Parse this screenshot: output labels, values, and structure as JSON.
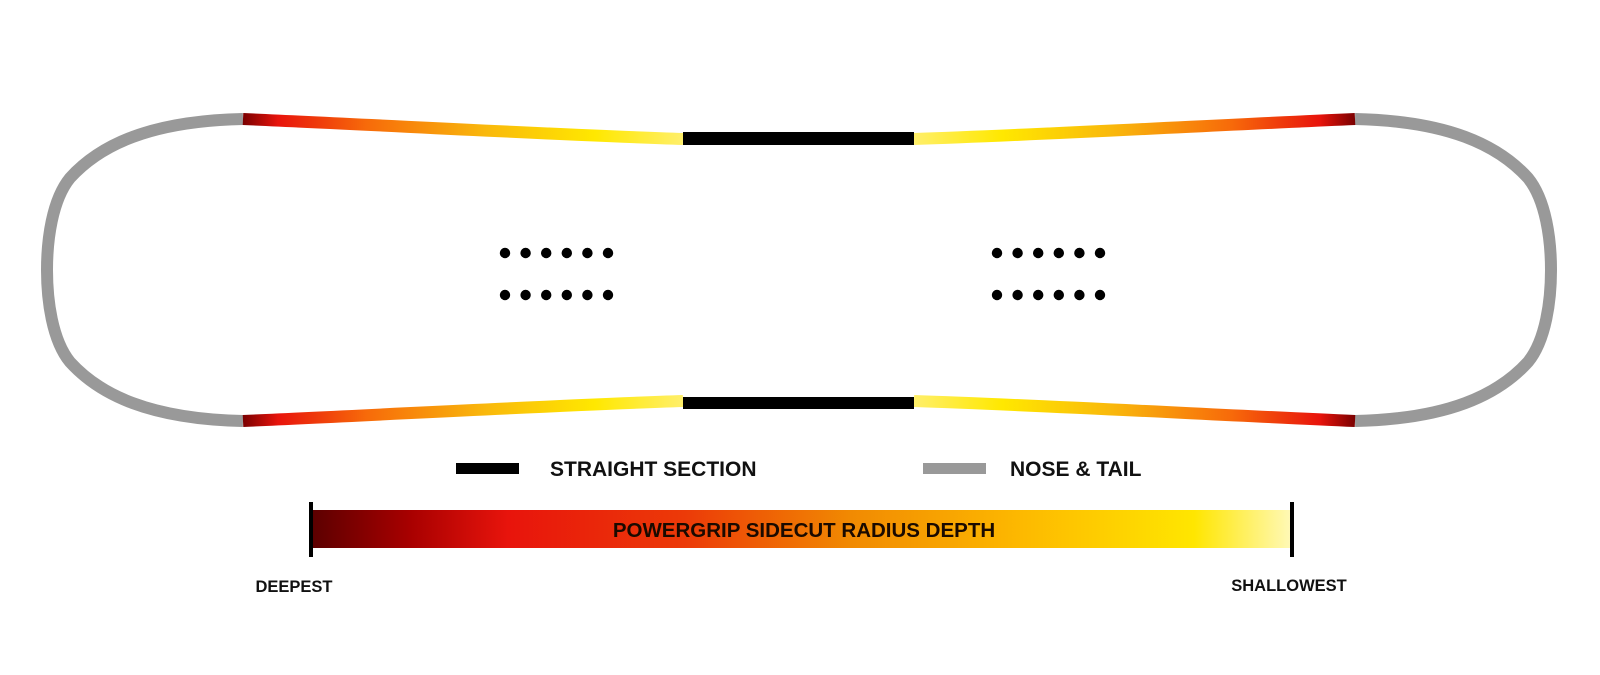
{
  "legend": {
    "straight_label": "STRAIGHT SECTION",
    "nose_tail_label": "NOSE & TAIL"
  },
  "depth_bar": {
    "title": "POWERGRIP SIDECUT RADIUS DEPTH",
    "left_label": "DEEPEST",
    "right_label": "SHALLOWEST"
  },
  "colors": {
    "straight_section": "#000000",
    "nose_tail": "#999999",
    "deepest": "#6b0000",
    "deep": "#e8140c",
    "mid": "#f08c00",
    "shallow": "#ffe600",
    "shallowest": "#fffbb0"
  },
  "insert_pattern": {
    "packs": 2,
    "rows_per_pack": 2,
    "holes_per_row": 6
  }
}
